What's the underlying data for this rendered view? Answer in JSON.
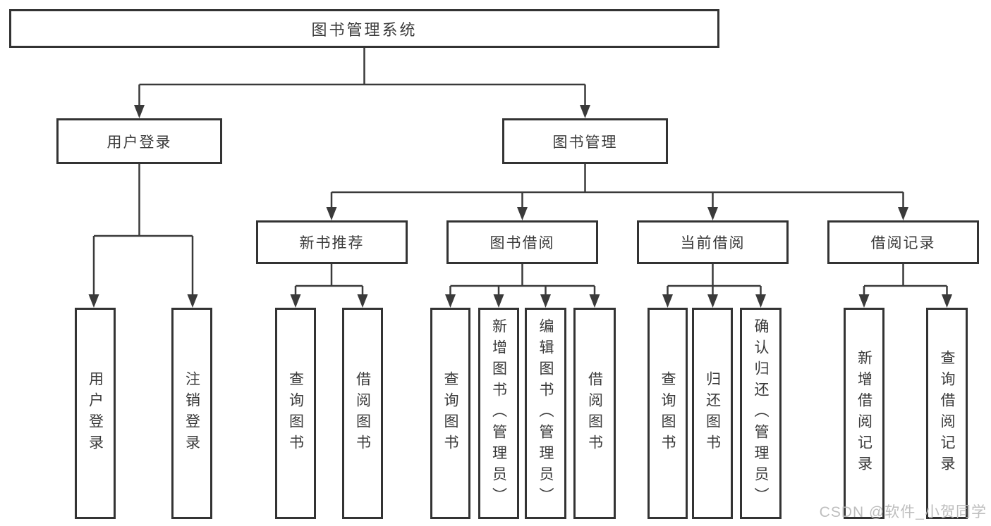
{
  "diagram": {
    "root": {
      "label": "图书管理系统"
    },
    "level2": [
      {
        "label": "用户登录"
      },
      {
        "label": "图书管理"
      }
    ],
    "level3": [
      {
        "label": "新书推荐"
      },
      {
        "label": "图书借阅"
      },
      {
        "label": "当前借阅"
      },
      {
        "label": "借阅记录"
      }
    ],
    "leaf_groups": [
      {
        "parent": "用户登录",
        "leaves": [
          "用户登录",
          "注销登录"
        ]
      },
      {
        "parent": "新书推荐",
        "leaves": [
          "查询图书",
          "借阅图书"
        ]
      },
      {
        "parent": "图书借阅",
        "leaves": [
          "查询图书",
          "新增图书（管理员）",
          "编辑图书（管理员）",
          "借阅图书"
        ]
      },
      {
        "parent": "当前借阅",
        "leaves": [
          "查询图书",
          "归还图书",
          "确认归还（管理员）"
        ]
      },
      {
        "parent": "借阅记录",
        "leaves": [
          "新增借阅记录",
          "查询借阅记录"
        ]
      }
    ]
  },
  "watermark": {
    "text": "CSDN @软件_小贺同学"
  },
  "colors": {
    "line": "#3a3a3a",
    "box_border": "#333333",
    "text": "#3a3a3a",
    "background": "#ffffff",
    "watermark": "#bbbbbb"
  }
}
